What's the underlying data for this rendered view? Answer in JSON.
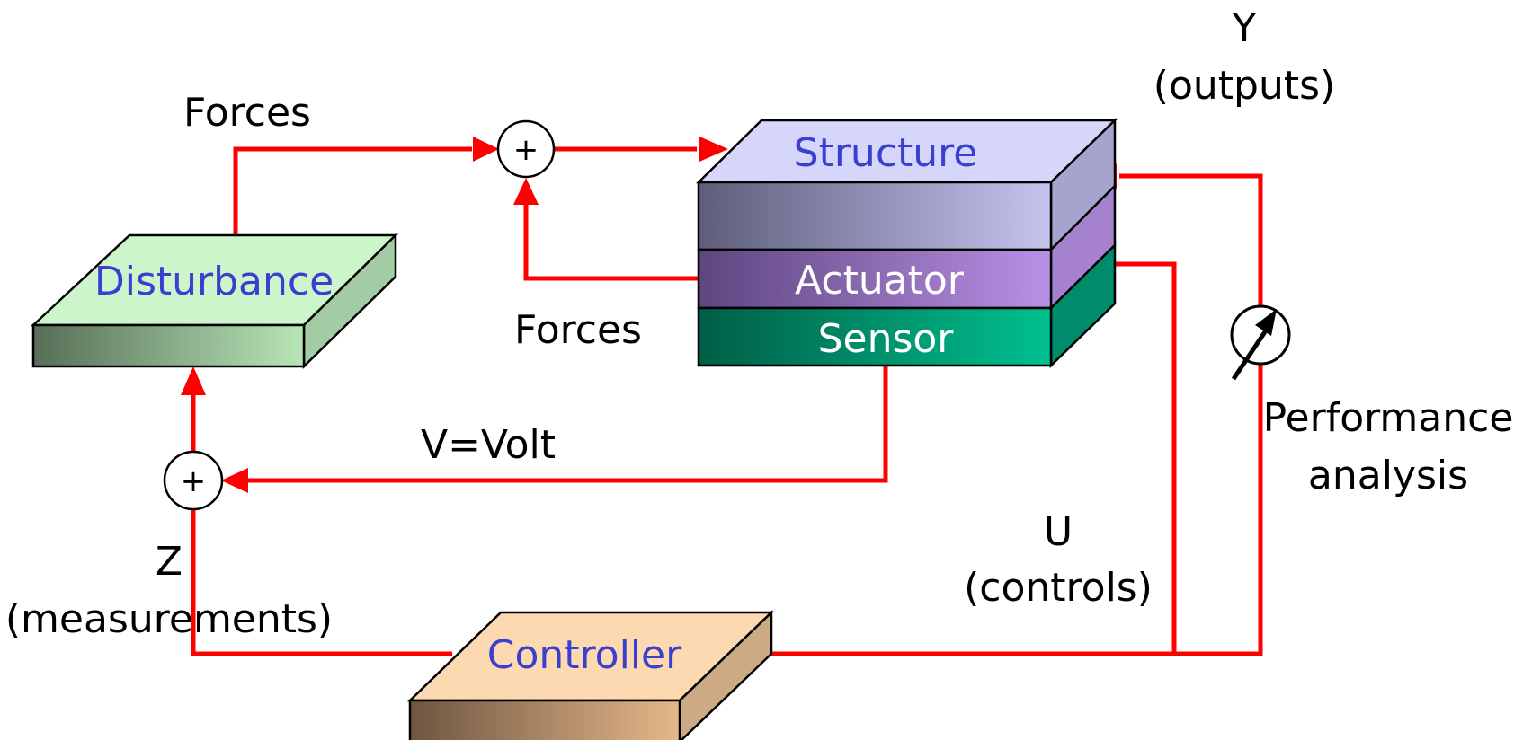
{
  "blocks": {
    "disturbance": "Disturbance",
    "structure": "Structure",
    "actuator": "Actuator",
    "sensor": "Sensor",
    "controller": "Controller"
  },
  "labels": {
    "forces_top": "Forces",
    "forces_mid": "Forces",
    "voltage": "V=Volt",
    "y": "Y",
    "y_sub": "(outputs)",
    "u": "U",
    "u_sub": "(controls)",
    "z": "Z",
    "z_sub": "(measurements)",
    "performance_line1": "Performance",
    "performance_line2": "analysis"
  },
  "summing_symbol": "+",
  "colors": {
    "signal_wire": "#ff0000",
    "block_text": "#3a3fd0",
    "disturbance_top": "#ccf5cc",
    "structure_top": "#d6d6fa",
    "actuator_front": "#a98bd8",
    "sensor_front": "#00b890",
    "controller_top": "#fcd9b0"
  }
}
